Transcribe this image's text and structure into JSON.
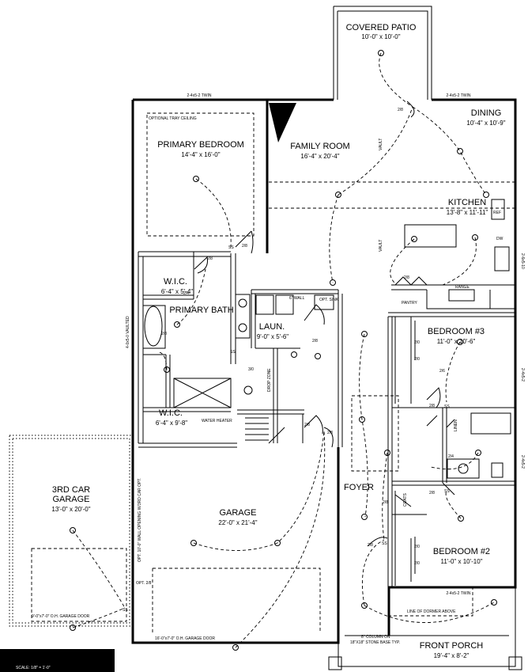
{
  "rooms": {
    "covered_patio": {
      "name": "COVERED PATIO",
      "dim": "10'-0\" x 10'-0\""
    },
    "primary_bedroom": {
      "name": "PRIMARY BEDROOM",
      "dim": "14'-4\" x 16'-0\""
    },
    "family_room": {
      "name": "FAMILY ROOM",
      "dim": "16'-4\" x 20'-4\""
    },
    "dining": {
      "name": "DINING",
      "dim": "10'-4\" x 10'-9\""
    },
    "kitchen": {
      "name": "KITCHEN",
      "dim": "13'-8\" x 11'-11\""
    },
    "wic_top": {
      "name": "W.I.C.",
      "dim": "6'-4\" x 5'-4\""
    },
    "primary_bath": {
      "name": "PRIMARY BATH",
      "dim": ""
    },
    "laundry": {
      "name": "LAUN.",
      "dim": "9'-0\" x 5'-6\""
    },
    "bedroom3": {
      "name": "BEDROOM #3",
      "dim": "11'-0\" x 10'-6\""
    },
    "wic_bottom": {
      "name": "W.I.C.",
      "dim": "6'-4\" x 9'-8\""
    },
    "foyer": {
      "name": "FOYER",
      "dim": ""
    },
    "garage3": {
      "name1": "3RD CAR",
      "name2": "GARAGE",
      "dim": "13'-0\" x 20'-0\""
    },
    "garage": {
      "name": "GARAGE",
      "dim": "22'-0\" x 21'-4\""
    },
    "bedroom2": {
      "name": "BEDROOM #2",
      "dim": "11'-0\" x 10'-10\""
    },
    "front_porch": {
      "name": "FRONT PORCH",
      "dim": "19'-4\" x 8'-2\""
    }
  },
  "notes": {
    "window_top_primary": "2-4x5-2 TWIN",
    "window_top_dining": "2-4x5-2 TWIN",
    "optional_tray": "OPTIONAL TRAY CEILING",
    "vault_family": "VAULT",
    "vault_kitchen": "VAULT",
    "ref": "REF",
    "dw": "DW",
    "range": "RANGE",
    "pantry": "PANTRY",
    "wall_6": "6\" WALL",
    "opt_sink": "OPT. SINK",
    "water_heater": "WATER HEATER",
    "drop_zone": "DROP ZONE",
    "linen": "LINEN",
    "coats": "COATS",
    "garage_door_main": "16'-0\"x7'-0\" O.H. GARAGE DOOR",
    "garage_door_3rd": "9'-0\"x7'-0\" O.H. GARAGE DOOR",
    "opt_wall": "OPT. 10'-0\" WALL OPENING W/3RD CAR OPT.",
    "line_of_dormer": "LINE OF DORMER ABOVE",
    "column_note_1": "8\" COLUMN ON",
    "column_note_2": "18\"X18\" STONE BASE TYP.",
    "window_bed2": "2-4x5-2 TWIN",
    "opt_door": "OPT. 2/8",
    "vault_left": "4-0x5-0 VAULTED",
    "win_right1": "2-4x5-2",
    "win_right2": "2-4x5-2",
    "kitchen_win": "2-6x5-10",
    "scale_text": "SCALE: 1/8\" = 1'-0\""
  },
  "door_labels": [
    "2/8",
    "2/8",
    "2/4",
    "2/8",
    "3/0",
    "2/8",
    "2/8",
    "2/8",
    "2/8",
    "2/4",
    "2/6",
    "2/8",
    "2/8",
    "2/8",
    "2/8",
    "2/0",
    "2/0",
    "2/0",
    "2/0",
    "2/8"
  ],
  "switch_label": "SS",
  "colors": {
    "line": "#000000",
    "background": "#ffffff"
  }
}
